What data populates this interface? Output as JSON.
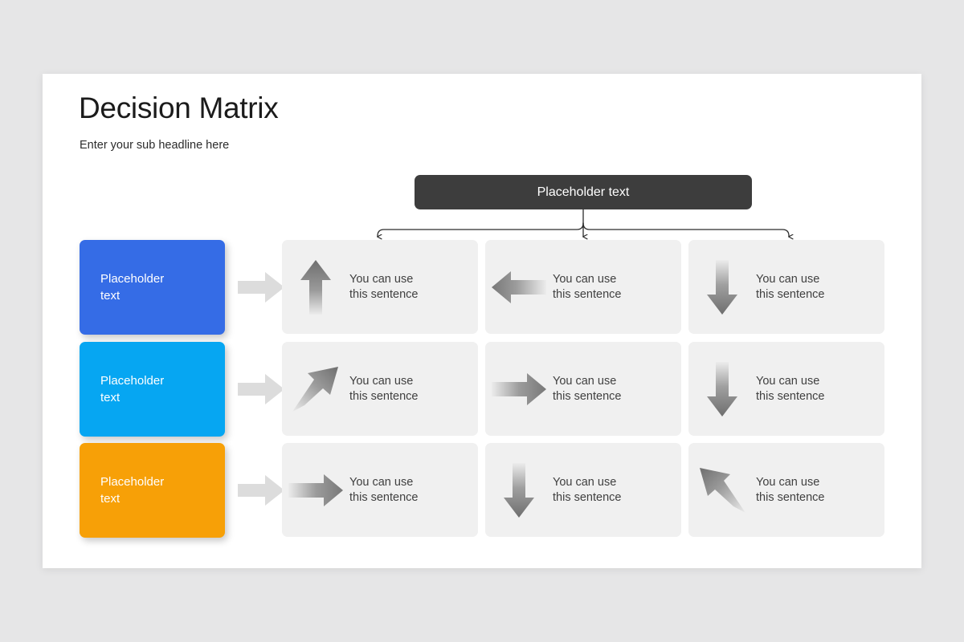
{
  "canvas": {
    "background_color": "#e6e6e7",
    "slide_background_color": "#ffffff"
  },
  "slide": {
    "title": "Decision Matrix",
    "subtitle": "Enter your sub headline here"
  },
  "header": {
    "label": "Placeholder text",
    "background_color": "#3d3d3d",
    "text_color": "#ffffff"
  },
  "categories": [
    {
      "line1": "Placeholder",
      "line2": "text",
      "color": "#356ce6",
      "arrow_icon": "arrow-right-icon"
    },
    {
      "line1": "Placeholder",
      "line2": "text",
      "color": "#06a6f2",
      "arrow_icon": "arrow-right-icon"
    },
    {
      "line1": "Placeholder",
      "line2": "text",
      "color": "#f7a007",
      "arrow_icon": "arrow-right-icon"
    }
  ],
  "matrix": {
    "cell_background_color": "#f0f0f0",
    "cell_text_color": "#404040",
    "rows": [
      {
        "cells": [
          {
            "icon": "arrow-up-icon",
            "line1": "You can use",
            "line2": "this sentence"
          },
          {
            "icon": "arrow-left-icon",
            "line1": "You can use",
            "line2": "this sentence"
          },
          {
            "icon": "arrow-down-icon",
            "line1": "You can use",
            "line2": "this sentence"
          }
        ]
      },
      {
        "cells": [
          {
            "icon": "arrow-up-right-icon",
            "line1": "You can use",
            "line2": "this sentence"
          },
          {
            "icon": "arrow-right-icon",
            "line1": "You can use",
            "line2": "this sentence"
          },
          {
            "icon": "arrow-down-icon",
            "line1": "You can use",
            "line2": "this sentence"
          }
        ]
      },
      {
        "cells": [
          {
            "icon": "arrow-right-icon",
            "line1": "You can use",
            "line2": "this sentence"
          },
          {
            "icon": "arrow-down-icon",
            "line1": "You can use",
            "line2": "this sentence"
          },
          {
            "icon": "arrow-up-left-icon",
            "line1": "You can use",
            "line2": "this sentence"
          }
        ]
      }
    ]
  }
}
